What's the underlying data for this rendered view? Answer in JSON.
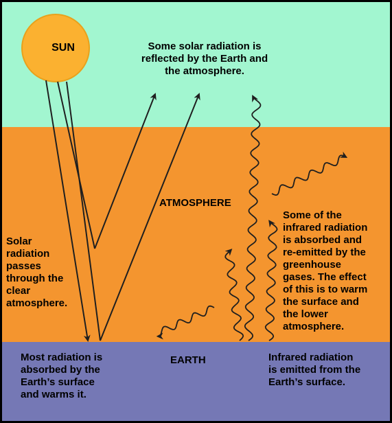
{
  "colors": {
    "sky": "#a2f6d0",
    "atmosphere": "#f4952f",
    "earth": "#7578b5",
    "sun": "#fbb130",
    "sun_outline": "#e8a11c",
    "arrow": "#1f1f1f",
    "border": "#000000"
  },
  "labels": {
    "sun": "SUN",
    "reflected": "Some solar radiation is\nreflected by the Earth and\nthe atmosphere.",
    "atmosphere": "ATMOSPHERE",
    "solar_passes": "Solar\nradiation\npasses\nthrough the\nclear\natmosphere.",
    "greenhouse": "Some of the\ninfrared radiation\nis absorbed and\nre-emitted by the\ngreenhouse\ngases. The effect\nof this is to warm\nthe surface and\nthe lower\natmosphere.",
    "earth": "EARTH",
    "absorbed": "Most radiation is\nabsorbed by the\nEarth’s surface\nand warms it.",
    "emitted": "Infrared radiation\nis emitted from the\nEarth’s surface."
  },
  "icons": [
    "sun-icon",
    "solar-ray-arrows",
    "reflected-ray-arrows",
    "infrared-wavy-arrows"
  ]
}
